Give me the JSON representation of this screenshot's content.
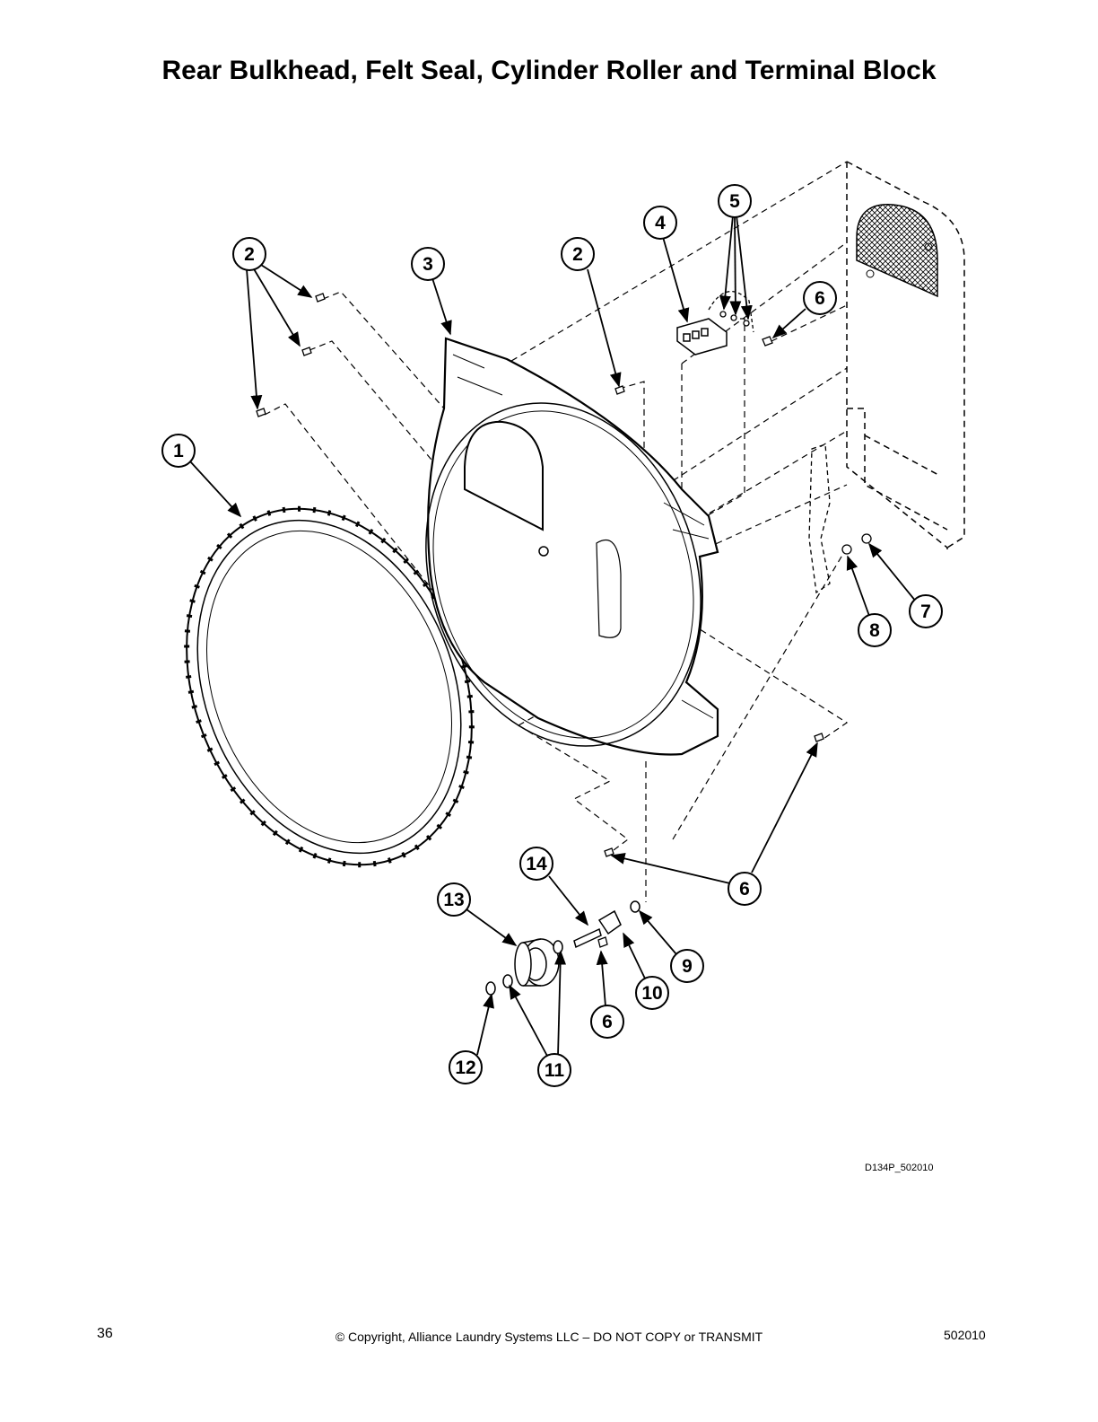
{
  "title": "Rear Bulkhead, Felt Seal, Cylinder Roller and Terminal Block",
  "callouts": [
    {
      "label": "1"
    },
    {
      "label": "2"
    },
    {
      "label": "3"
    },
    {
      "label": "2"
    },
    {
      "label": "4"
    },
    {
      "label": "5"
    },
    {
      "label": "6"
    },
    {
      "label": "7"
    },
    {
      "label": "8"
    },
    {
      "label": "6"
    },
    {
      "label": "14"
    },
    {
      "label": "13"
    },
    {
      "label": "9"
    },
    {
      "label": "10"
    },
    {
      "label": "6"
    },
    {
      "label": "11"
    },
    {
      "label": "12"
    }
  ],
  "drawing_ref": "D134P_502010",
  "footer": {
    "page_number": "36",
    "copyright": "© Copyright, Alliance Laundry Systems LLC – DO NOT COPY or TRANSMIT",
    "doc_number": "502010"
  }
}
